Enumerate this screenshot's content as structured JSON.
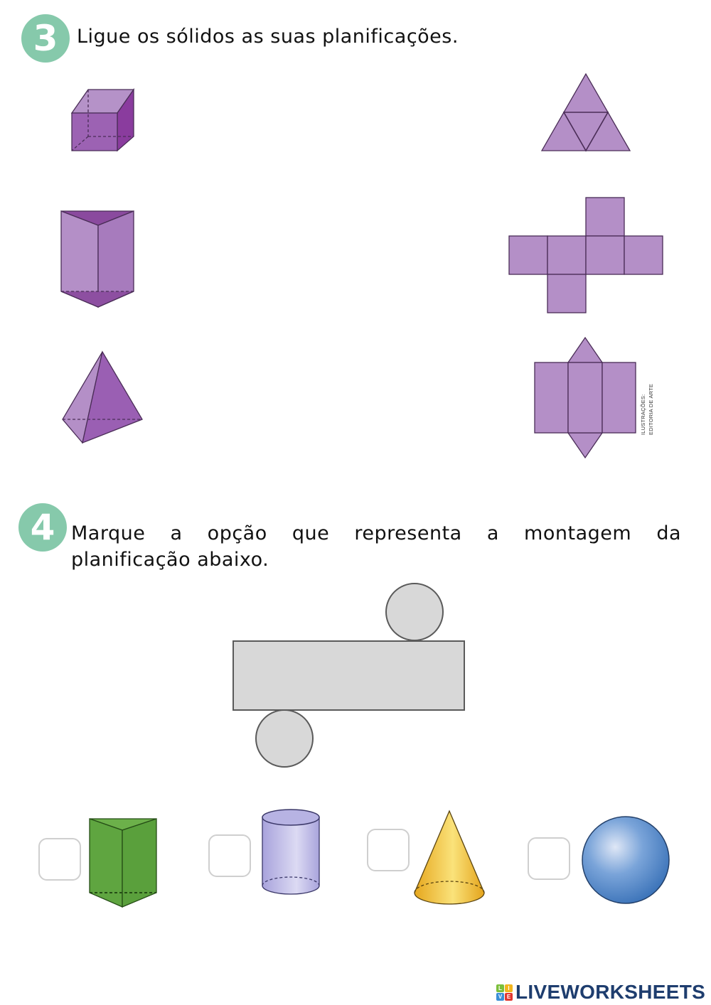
{
  "colors": {
    "badge": "#86c9ab",
    "solid_purple": "#9a62b0",
    "net_purple": "#b58fc6",
    "net_gray": "#d8d8d8",
    "prism_green": "#5fa540",
    "cylinder_lavender": "#b7b3e3",
    "cone_yellow": "#f2c230",
    "sphere_blue": "#4f86c6",
    "logo_navy": "#1e3d6e"
  },
  "question3": {
    "number": "3",
    "title": "Ligue os sólidos as suas planificações.",
    "solids": [
      {
        "name": "cube",
        "icon": "cube-icon"
      },
      {
        "name": "triangular-prism",
        "icon": "triangular-prism-icon"
      },
      {
        "name": "triangular-pyramid",
        "icon": "tetrahedron-icon"
      }
    ],
    "nets": [
      {
        "name": "tetrahedron-net",
        "icon": "triangle-net-icon"
      },
      {
        "name": "cube-net",
        "icon": "cross-net-icon"
      },
      {
        "name": "triangular-prism-net",
        "icon": "prism-net-icon"
      }
    ],
    "credit_line1": "ILUSTRAÇÕES:",
    "credit_line2": "EDITORIA DE ARTE"
  },
  "question4": {
    "number": "4",
    "title_words": [
      "Marque",
      "a",
      "opção",
      "que",
      "representa",
      "a",
      "montagem",
      "da"
    ],
    "title_line2": "planificação abaixo.",
    "net": {
      "name": "cylinder-net",
      "shapes": [
        "circle",
        "rectangle",
        "circle"
      ]
    },
    "options": [
      {
        "name": "triangular-prism",
        "checked": false
      },
      {
        "name": "cylinder",
        "checked": false
      },
      {
        "name": "cone",
        "checked": false
      },
      {
        "name": "sphere",
        "checked": false
      }
    ]
  },
  "footer": {
    "logo_tiles": [
      "L",
      "I",
      "V",
      "E"
    ],
    "logo_text": "LIVEWORKSHEETS"
  }
}
